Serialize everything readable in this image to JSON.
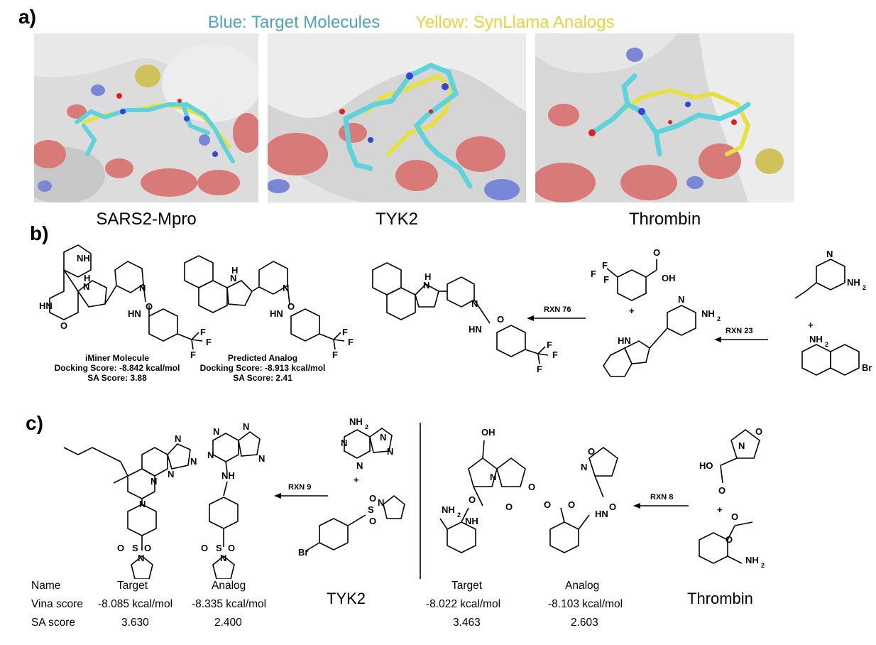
{
  "panel_a": {
    "label": "a)",
    "legend_blue": "Blue: Target Molecules",
    "legend_yellow": "Yellow: SynLlama Analogs",
    "colors": {
      "blue_legend": "#4ea3bf",
      "yellow_legend": "#e6d23a",
      "surface": "#d9d9d9",
      "oxygen": "#d97070",
      "nitrogen": "#7a86d6",
      "target_stick": "#5fd3dc",
      "analog_stick": "#e8e040"
    },
    "proteins": [
      "SARS2-Mpro",
      "TYK2",
      "Thrombin"
    ]
  },
  "panel_b": {
    "label": "b)",
    "mol1": {
      "title": "iMiner Molecule",
      "docking": "Docking Score: -8.842 kcal/mol",
      "sa": "SA Score: 3.88"
    },
    "mol2": {
      "title": "Predicted Analog",
      "docking": "Docking Score: -8.913 kcal/mol",
      "sa": "SA Score: 2.41"
    },
    "rxn1": "RXN 76",
    "rxn2": "RXN 23",
    "atoms": {
      "nh": "NH",
      "hn": "HN",
      "n": "N",
      "o": "O",
      "f": "F",
      "h": "H",
      "oh": "OH",
      "nh2": "NH",
      "sub2": "2",
      "br": "Br",
      "plus": "+"
    }
  },
  "panel_c": {
    "label": "c)",
    "rxn_left": "RXN 9",
    "rxn_right": "RXN 8",
    "table_left": {
      "headers": [
        "Name",
        "Target",
        "Analog"
      ],
      "rows": [
        {
          "name": "Vina score",
          "target": "-8.085 kcal/mol",
          "analog": "-8.335 kcal/mol"
        },
        {
          "name": "SA score",
          "target": "3.630",
          "analog": "2.400"
        }
      ],
      "protein": "TYK2"
    },
    "table_right": {
      "headers": [
        "Target",
        "Analog"
      ],
      "rows": [
        {
          "target": "-8.022 kcal/mol",
          "analog": "-8.103 kcal/mol"
        },
        {
          "target": "3.463",
          "analog": "2.603"
        }
      ],
      "protein": "Thrombin"
    },
    "atoms": {
      "n": "N",
      "nh": "NH",
      "hn": "HN",
      "o": "O",
      "s": "S",
      "br": "Br",
      "oh": "OH",
      "ho": "HO",
      "nh2": "NH",
      "sub2": "2",
      "plus": "+"
    }
  }
}
